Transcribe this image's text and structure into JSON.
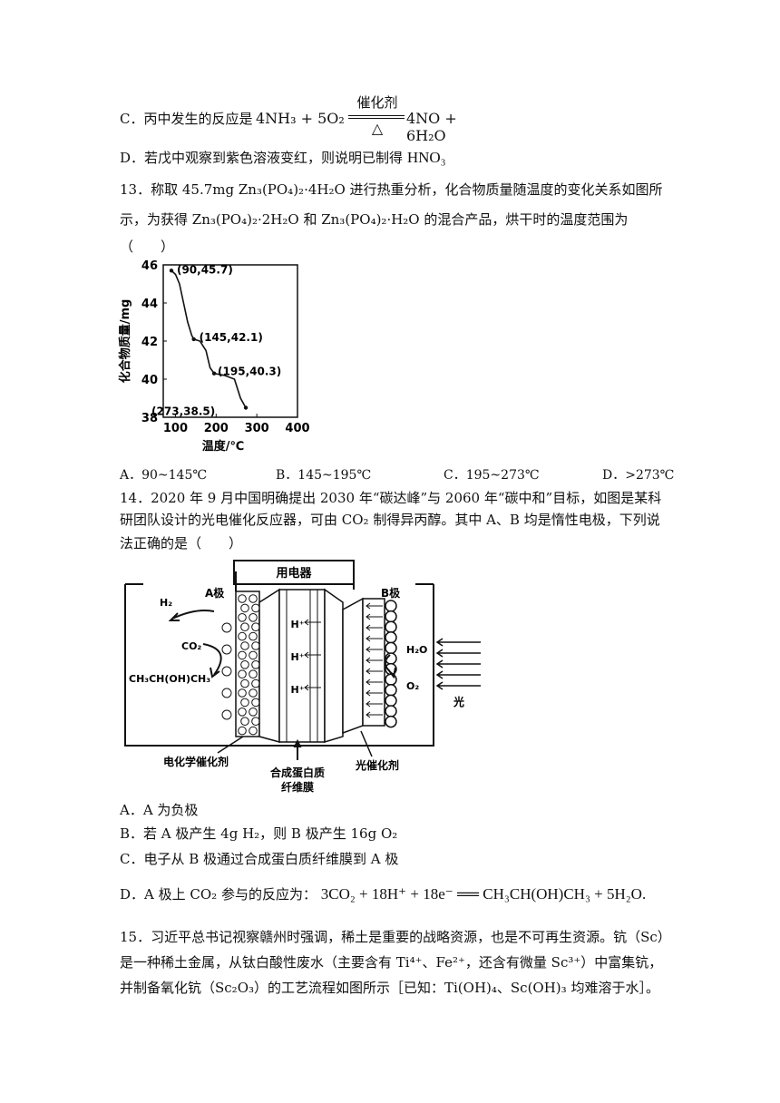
{
  "q12": {
    "optC_text": "C．丙中发生的反应是",
    "optC_eq_left": "4NH₃ + 5O₂",
    "optC_catalyst": "催化剂",
    "optC_heat": "△",
    "optC_eq_right": "4NO + 6H₂O",
    "optD_text": "D．若戊中观察到紫色溶液变红，则说明已制得",
    "optD_formula": "HNO₃"
  },
  "q13": {
    "stem_l1": "13．称取 45.7mg Zn₃(PO₄)₂·4H₂O 进行热重分析，化合物质量随温度的变化关系如图所",
    "stem_l2": "示，为获得 Zn₃(PO₄)₂·2H₂O 和 Zn₃(PO₄)₂·H₂O 的混合产品，烘干时的温度范围为",
    "stem_l3": "（　　）",
    "options": [
      "A．90~145℃",
      "B．145~195℃",
      "C．195~273℃",
      "D．>273℃"
    ]
  },
  "chart_data": {
    "type": "line",
    "xlabel": "温度/℃",
    "ylabel": "化合物质量/mg",
    "xlim": [
      70,
      400
    ],
    "ylim": [
      38,
      46
    ],
    "xticks": [
      "100",
      "200",
      "300",
      "400"
    ],
    "yticks": [
      "38",
      "40",
      "42",
      "44",
      "46"
    ],
    "points": [
      [
        90,
        45.7
      ],
      [
        145,
        42.1
      ],
      [
        195,
        40.3
      ],
      [
        273,
        38.5
      ]
    ],
    "labels": [
      "(90,45.7)",
      "(145,42.1)",
      "(195,40.3)",
      "(273,38.5)"
    ],
    "series": [
      {
        "x": [
          90,
          100,
          110,
          120,
          130,
          140,
          145,
          160,
          175,
          185,
          195,
          220,
          245,
          260,
          273
        ],
        "y": [
          45.7,
          45.5,
          45.0,
          44.0,
          43.0,
          42.3,
          42.1,
          42.0,
          41.5,
          40.6,
          40.3,
          40.2,
          40.0,
          39.0,
          38.5
        ]
      }
    ]
  },
  "q14": {
    "stem_l1": "14．2020 年 9 月中国明确提出 2030 年“碳达峰”与 2060 年“碳中和”目标，如图是某科",
    "stem_l2": "研团队设计的光电催化反应器，可由 CO₂ 制得异丙醇。其中 A、B 均是惰性电极，下列说",
    "stem_l3": "法正确的是（　　）",
    "diagram": {
      "device": "用电器",
      "electrode_a": "A极",
      "electrode_b": "B极",
      "h2": "H₂",
      "co2": "CO₂",
      "product": "CH₃CH(OH)CH₃",
      "proton": "H⁺",
      "h2o": "H₂O",
      "o2": "O₂",
      "light": "光",
      "label_left": "电化学催化剂",
      "label_mid_1": "合成蛋白质",
      "label_mid_2": "纤维膜",
      "label_right": "光催化剂"
    },
    "optA": "A．A 为负极",
    "optB": "B．若 A 极产生 4g H₂，则 B 极产生 16g O₂",
    "optC": "C．电子从 B 极通过合成蛋白质纤维膜到 A 极",
    "optD_text": "D．A 极上 CO₂ 参与的反应为：",
    "optD_eq": "3CO₂ + 18H⁺ + 18e⁻ ══ CH₃CH(OH)CH₃ + 5H₂O."
  },
  "q15": {
    "l1": "15．习近平总书记视察赣州时强调，稀土是重要的战略资源，也是不可再生资源。钪（Sc）",
    "l2": "是一种稀土金属，从钛白酸性废水（主要含有 Ti⁴⁺、Fe²⁺，还含有微量 Sc³⁺）中富集钪，",
    "l3": "并制备氧化钪（Sc₂O₃）的工艺流程如图所示［已知：Ti(OH)₄、Sc(OH)₃ 均难溶于水］。"
  }
}
